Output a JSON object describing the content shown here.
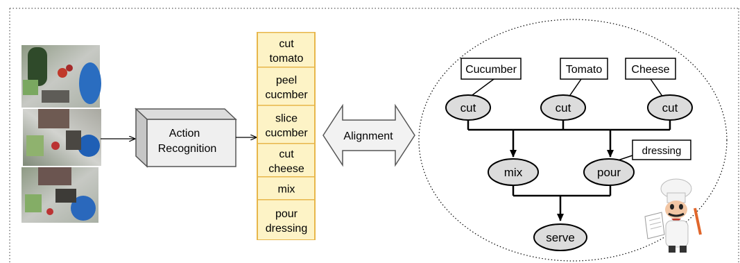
{
  "pipeline": {
    "module_label_line1": "Action",
    "module_label_line2": "Recognition",
    "alignment_label": "Alignment"
  },
  "action_list": [
    {
      "line1": "cut",
      "line2": "tomato"
    },
    {
      "line1": "peel",
      "line2": "cucmber"
    },
    {
      "line1": "slice",
      "line2": "cucmber"
    },
    {
      "line1": "cut",
      "line2": "cheese"
    },
    {
      "line1": "mix",
      "line2": ""
    },
    {
      "line1": "pour",
      "line2": "dressing"
    }
  ],
  "recipe_graph": {
    "ingredients": {
      "cucumber": "Cucumber",
      "tomato": "Tomato",
      "cheese": "Cheese",
      "dressing": "dressing"
    },
    "actions": {
      "cut_1": "cut",
      "cut_2": "cut",
      "cut_3": "cut",
      "mix": "mix",
      "pour": "pour",
      "serve": "serve"
    }
  },
  "colors": {
    "action_cell_fill": "#fdf3c6",
    "action_cell_border": "#e7b64a",
    "node_fill": "#dcdcdc",
    "box_face": "#efefef",
    "box_side": "#c8c8c8",
    "frame_dots": "#555555"
  },
  "icons": [
    "video-frames-image",
    "chef-mascot-image"
  ]
}
